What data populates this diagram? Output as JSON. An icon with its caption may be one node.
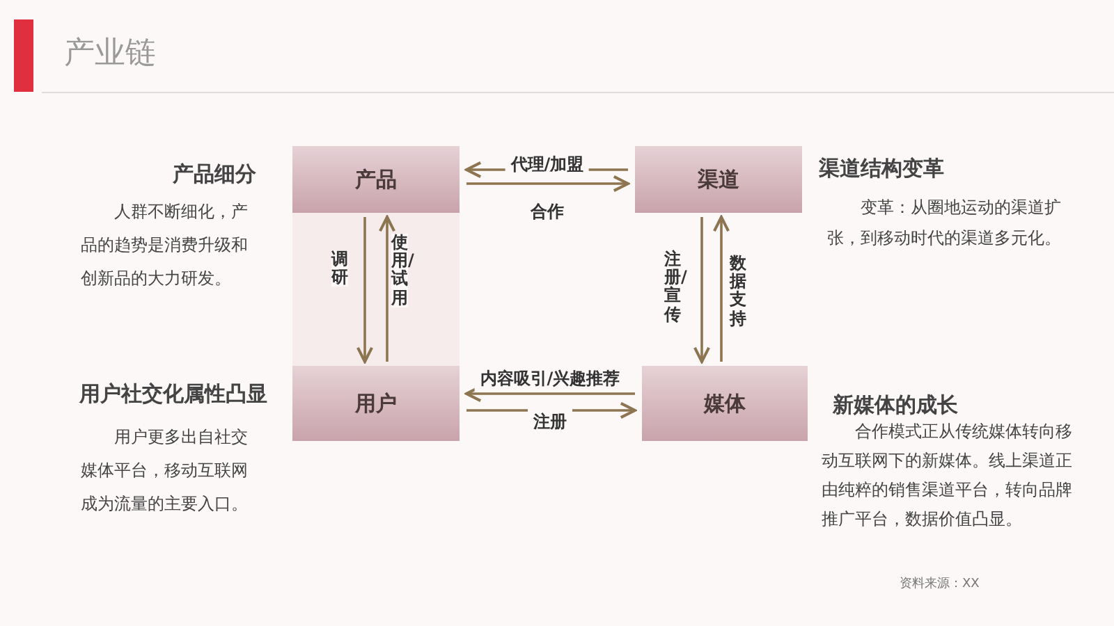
{
  "diagram": {
    "title": "产业链",
    "nodes": [
      {
        "text": [
          "产品"
        ],
        "beside": [
          "产品细分",
          "人群不断细化，产品的趋势是消费升级和创新品的大力研发。"
        ]
      },
      {
        "text": [
          "渠道"
        ],
        "beside": [
          "渠道结构变革",
          "变革：从圈地运动的渠道扩张，到移动时代的渠道多元化。"
        ]
      },
      {
        "text": [
          "用户"
        ],
        "beside": [
          "用户社交化属性凸显",
          "用户更多出自社交媒体平台，移动互联网成为流量的主要入口。"
        ]
      },
      {
        "text": [
          "媒体"
        ],
        "beside": [
          "新媒体的成长",
          "合作模式正从传统媒体转向移动互联网下的新媒体。线上渠道正由纯粹的销售渠道平台，转向品牌推广平台，数据价值凸显。"
        ]
      }
    ],
    "edges": [
      {
        "from": 1,
        "to": 0,
        "arrow": "to",
        "label": "代理/加盟"
      },
      {
        "from": 0,
        "to": 1,
        "arrow": "to",
        "label": "合作"
      },
      {
        "from": 0,
        "to": 2,
        "arrow": "to",
        "label": "调研"
      },
      {
        "from": 2,
        "to": 0,
        "arrow": "to",
        "label": "使用/试用"
      },
      {
        "from": 1,
        "to": 3,
        "arrow": "to",
        "label": "注册/宣传"
      },
      {
        "from": 3,
        "to": 1,
        "arrow": "to",
        "label": "数据支持"
      },
      {
        "from": 3,
        "to": 2,
        "arrow": "to",
        "label": "内容吸引/兴趣推荐"
      },
      {
        "from": 2,
        "to": 3,
        "arrow": "to",
        "label": "注册"
      }
    ],
    "labels": [
      "资料来源：XX"
    ]
  }
}
